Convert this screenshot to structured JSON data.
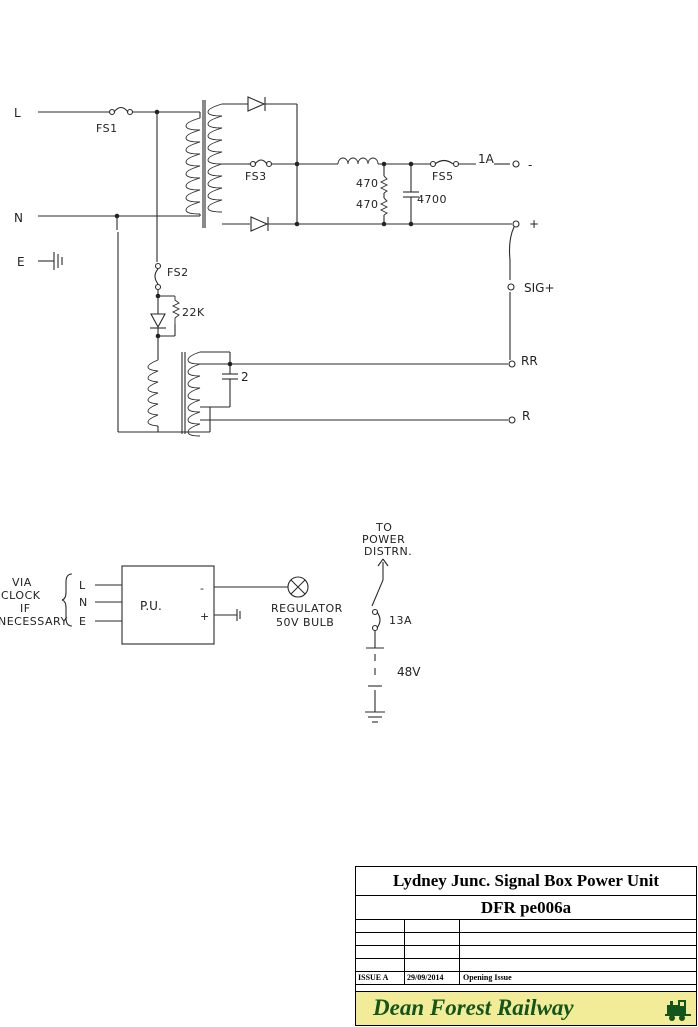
{
  "upper_circuit": {
    "terminals_in": [
      "L",
      "N",
      "E"
    ],
    "fuses": [
      "FS1",
      "FS2",
      "FS3",
      "FS5"
    ],
    "resistors": [
      "470",
      "470",
      "22K"
    ],
    "capacitors": [
      "4700",
      "2"
    ],
    "rating": "1A",
    "terminals_out": [
      "-",
      "+",
      "SIG+",
      "RR",
      "R"
    ]
  },
  "lower_circuit": {
    "source_label": [
      "VIA",
      "CLOCK",
      "IF",
      "NECESSARY"
    ],
    "unit_inputs": [
      "L",
      "N",
      "E"
    ],
    "unit_name": "P.U.",
    "unit_outputs": [
      "-",
      "+"
    ],
    "lamp_label": [
      "REGULATOR",
      "50V BULB"
    ],
    "destination": [
      "TO",
      "POWER",
      "DISTRN."
    ],
    "switch_rating": "13A",
    "battery": "48V"
  },
  "title_block": {
    "title": "Lydney Junc. Signal Box Power Unit",
    "drawing_number": "DFR pe006a",
    "issue": "ISSUE A",
    "date": "29/09/2014",
    "description": "Opening Issue",
    "company": "Dean Forest Railway"
  }
}
